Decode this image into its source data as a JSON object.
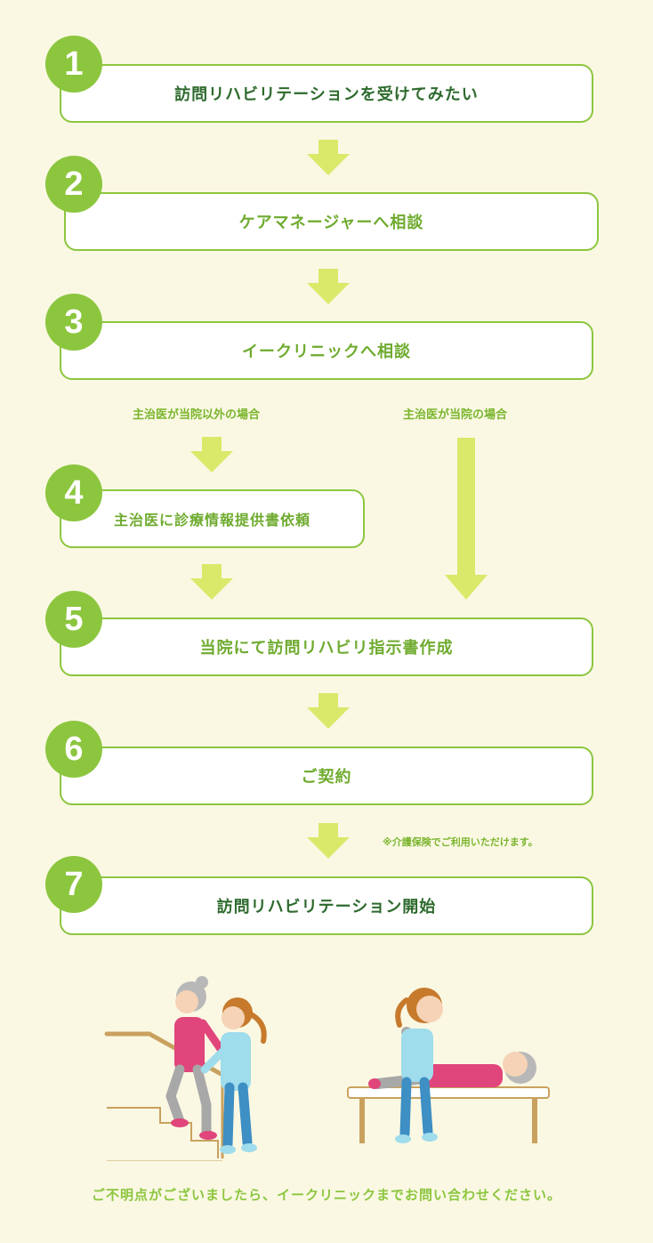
{
  "colors": {
    "background": "#faf8e3",
    "accent": "#8cc63f",
    "arrow": "#d9ea6a",
    "dark_text": "#2d6a2d",
    "green_text": "#6fab2f"
  },
  "steps": [
    {
      "num": "1",
      "label": "訪問リハビリテーションを受けてみたい"
    },
    {
      "num": "2",
      "label": "ケアマネージャーへ相談"
    },
    {
      "num": "3",
      "label": "イークリニックへ相談"
    },
    {
      "num": "4",
      "label": "主治医に診療情報提供書依頼"
    },
    {
      "num": "5",
      "label": "当院にて訪問リハビリ指示書作成"
    },
    {
      "num": "6",
      "label": "ご契約"
    },
    {
      "num": "7",
      "label": "訪問リハビリテーション開始"
    }
  ],
  "branches": {
    "left": "主治医が当院以外の場合",
    "right": "主治医が当院の場合"
  },
  "note": "※介護保険でご利用いただけます。",
  "footer": "ご不明点がございましたら、イークリニックまでお問い合わせください。",
  "illustrations": [
    "stairs-rehab-illustration",
    "bed-rehab-illustration"
  ]
}
